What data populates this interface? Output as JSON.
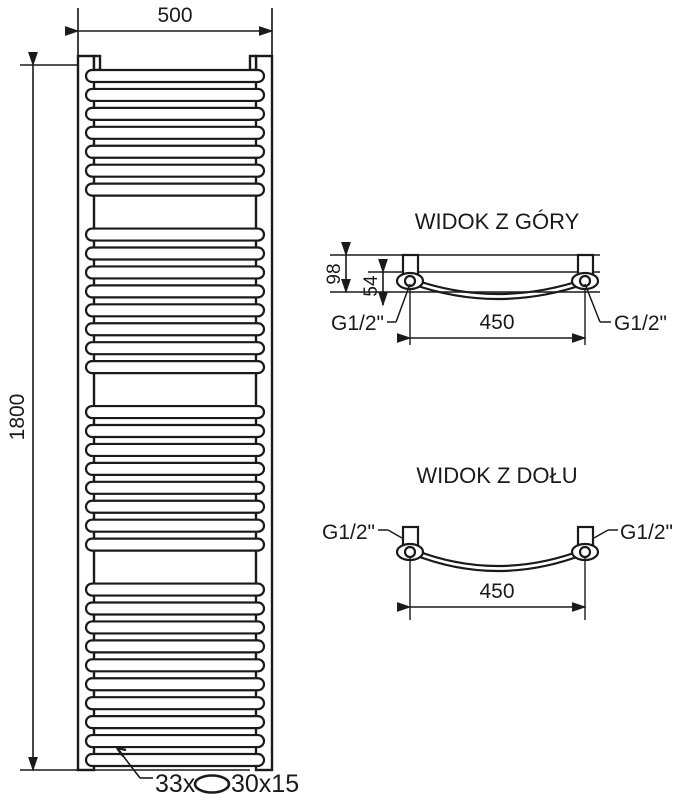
{
  "drawing": {
    "type": "technical-drawing",
    "subject": "ladder towel radiator",
    "units": "mm",
    "line_color": "#1a1a1a",
    "background_color": "#ffffff"
  },
  "front_view": {
    "width_dimension": "500",
    "height_dimension": "1800",
    "tube_callout": "33x",
    "tube_profile_symbol": "oval",
    "tube_profile_size": "30x15",
    "rung_count": 33
  },
  "top_view": {
    "title": "WIDOK Z GÓRY",
    "depth_dimension_outer": "98",
    "depth_dimension_inner": "54",
    "center_distance": "450",
    "connection_left": "G1/2\"",
    "connection_right": "G1/2\""
  },
  "bottom_view": {
    "title": "WIDOK Z DOŁU",
    "center_distance": "450",
    "connection_left": "G1/2\"",
    "connection_right": "G1/2\""
  }
}
